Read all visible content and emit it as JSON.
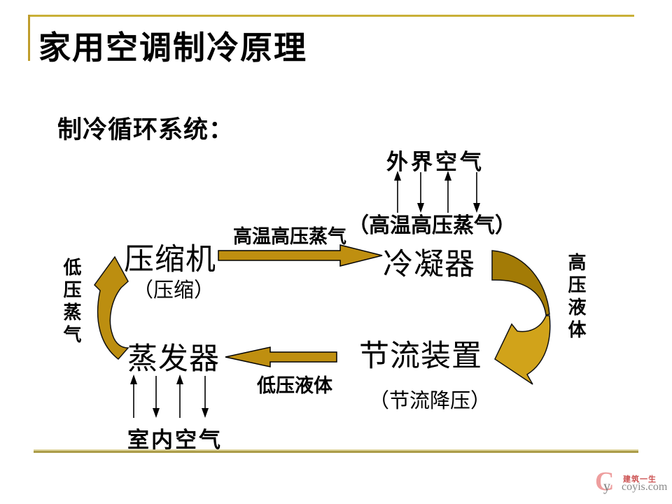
{
  "slide": {
    "title": "家用空调制冷原理",
    "subtitle": "制冷循环系统："
  },
  "diagram": {
    "outside_air": "外界空气",
    "hot_vapor_paren": "（高温高压蒸气）",
    "hot_vapor_arrow_label": "高温高压蒸气",
    "compressor": "压缩机",
    "compress_paren": "（压缩）",
    "condenser": "冷凝器",
    "hp_liquid_vertical": "高压液体",
    "throttle": "节流装置",
    "throttle_paren": "（节流降压）",
    "lp_liquid": "低压液体",
    "evaporator": "蒸发器",
    "lp_vapor_vertical": "低压蒸气",
    "indoor_air": "室内空气"
  },
  "colors": {
    "arrow_gold": "#BF8F10",
    "curved_arrow_dark": "#A37B06",
    "curved_arrow_light": "#D1A31A",
    "frame_line_gold": "#C9B037",
    "bottom_line_olive": "#AB9C48",
    "text_black": "#000000",
    "logo_pink": "#EE9E9E",
    "logo_red": "#CC5252",
    "logo_gray": "#8A8A8A"
  },
  "logo": {
    "mark": "C",
    "mark_sub": "y",
    "brand": "建筑一生",
    "domain": "coyis.com"
  }
}
